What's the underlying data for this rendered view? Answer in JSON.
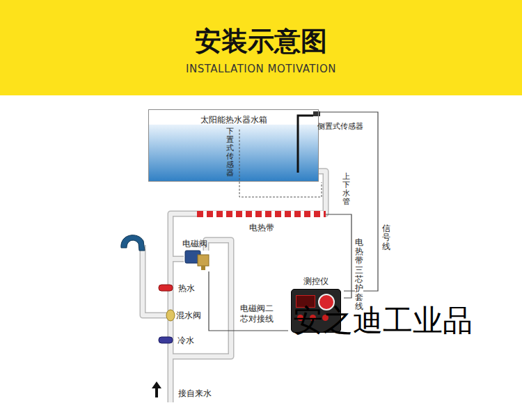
{
  "diagram": {
    "title": "安装示意图",
    "nodes": [
      {
        "text": [
          "太阳能热水器水箱"
        ]
      },
      {
        "text": [
          "电热带"
        ]
      },
      {
        "text": [
          "电磁阀"
        ]
      },
      {
        "text": [
          "测控仪"
        ]
      }
    ],
    "edges": [
      {
        "from": 3,
        "to": 0,
        "arrow": "none",
        "label": "信号线"
      },
      {
        "from": 3,
        "to": 1,
        "arrow": "none",
        "label": "电热带三芯护套线"
      },
      {
        "from": 3,
        "to": 2,
        "arrow": "none",
        "label": "电磁阀二芯对接线"
      }
    ],
    "labels": [
      "INSTALLATION MOTIVATION",
      "下置式传感器",
      "侧置式传感器",
      "上下水管",
      "热水",
      "混水阀",
      "冷水",
      "接自来水",
      "安之迪工业品"
    ]
  }
}
